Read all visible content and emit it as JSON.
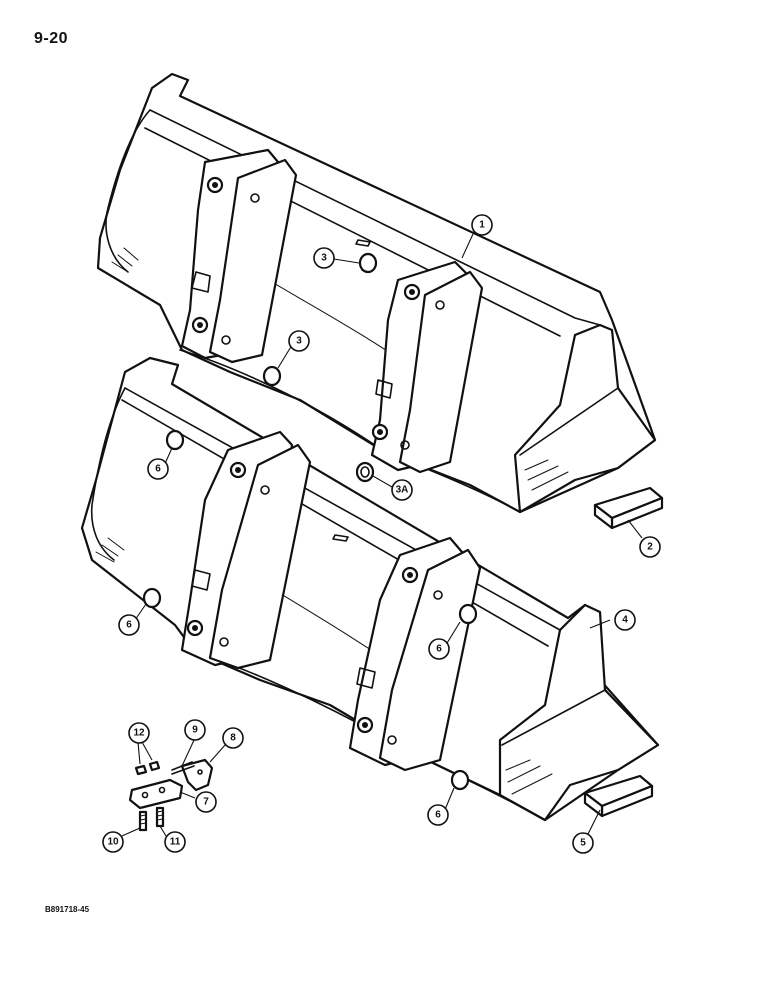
{
  "page": {
    "number": "9-20",
    "figure_code": "B891718-45"
  },
  "callouts": [
    {
      "id": "c1",
      "label": "1"
    },
    {
      "id": "c2",
      "label": "2"
    },
    {
      "id": "c3a",
      "label": "3"
    },
    {
      "id": "c3b",
      "label": "3"
    },
    {
      "id": "c3A",
      "label": "3A"
    },
    {
      "id": "c4",
      "label": "4"
    },
    {
      "id": "c5",
      "label": "5"
    },
    {
      "id": "c6a",
      "label": "6"
    },
    {
      "id": "c6b",
      "label": "6"
    },
    {
      "id": "c6c",
      "label": "6"
    },
    {
      "id": "c6d",
      "label": "6"
    },
    {
      "id": "c7",
      "label": "7"
    },
    {
      "id": "c8",
      "label": "8"
    },
    {
      "id": "c9",
      "label": "9"
    },
    {
      "id": "c10",
      "label": "10"
    },
    {
      "id": "c11",
      "label": "11"
    },
    {
      "id": "c12",
      "label": "12"
    }
  ]
}
